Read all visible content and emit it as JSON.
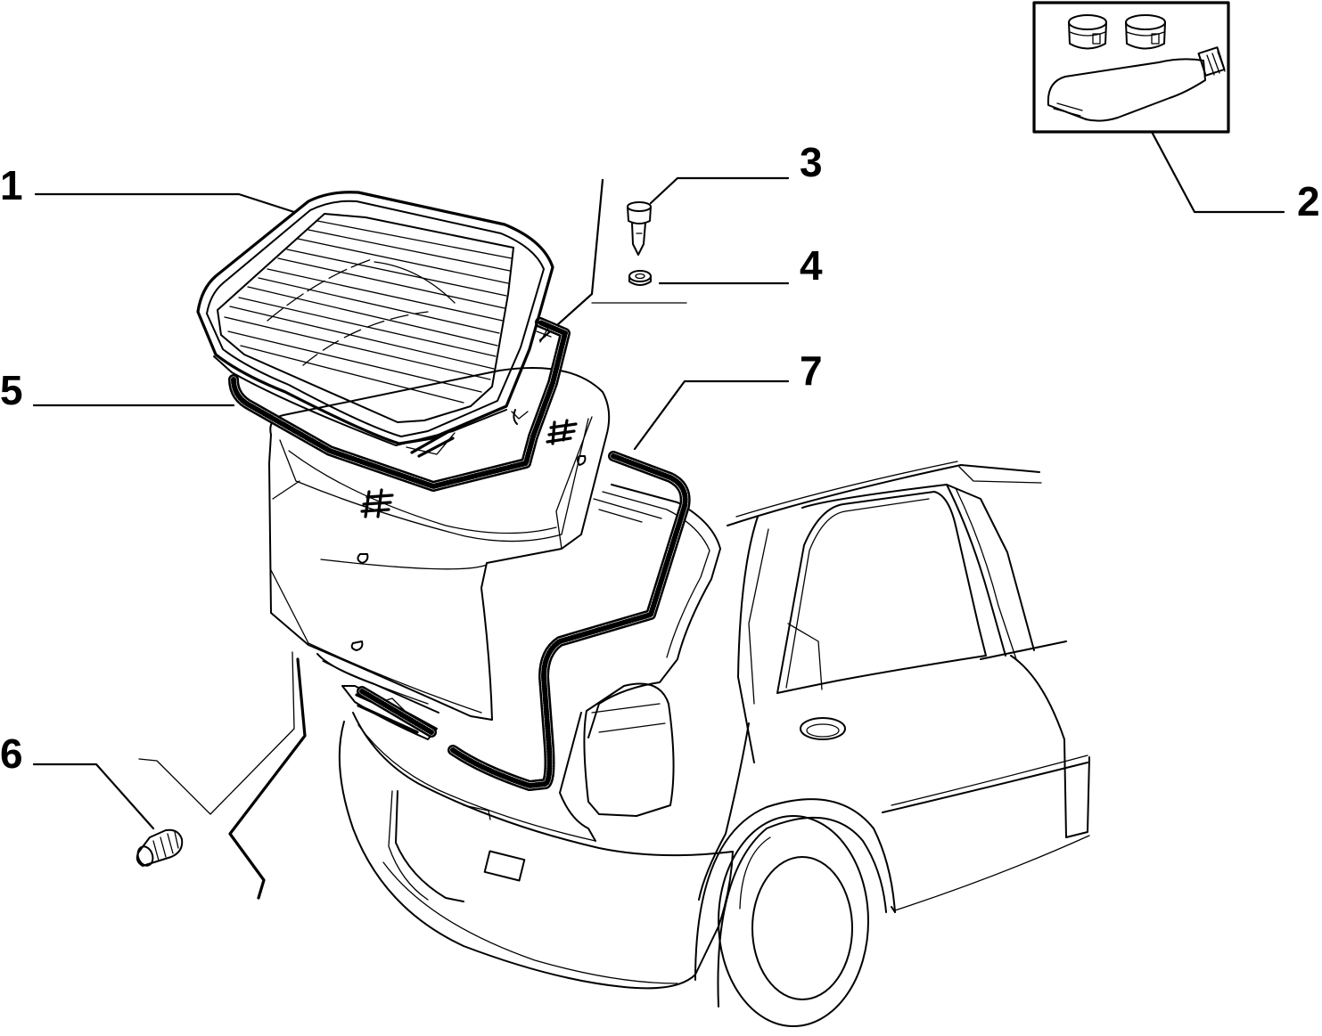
{
  "diagram": {
    "callouts": [
      {
        "id": "1",
        "label": "1",
        "part": "rear-window-glass"
      },
      {
        "id": "2",
        "label": "2",
        "part": "adhesive-sealant-kit"
      },
      {
        "id": "3",
        "label": "3",
        "part": "fixing-pin"
      },
      {
        "id": "4",
        "label": "4",
        "part": "nut"
      },
      {
        "id": "5",
        "label": "5",
        "part": "window-seal"
      },
      {
        "id": "6",
        "label": "6",
        "part": "plug"
      },
      {
        "id": "7",
        "label": "7",
        "part": "tailgate-seal"
      }
    ]
  }
}
